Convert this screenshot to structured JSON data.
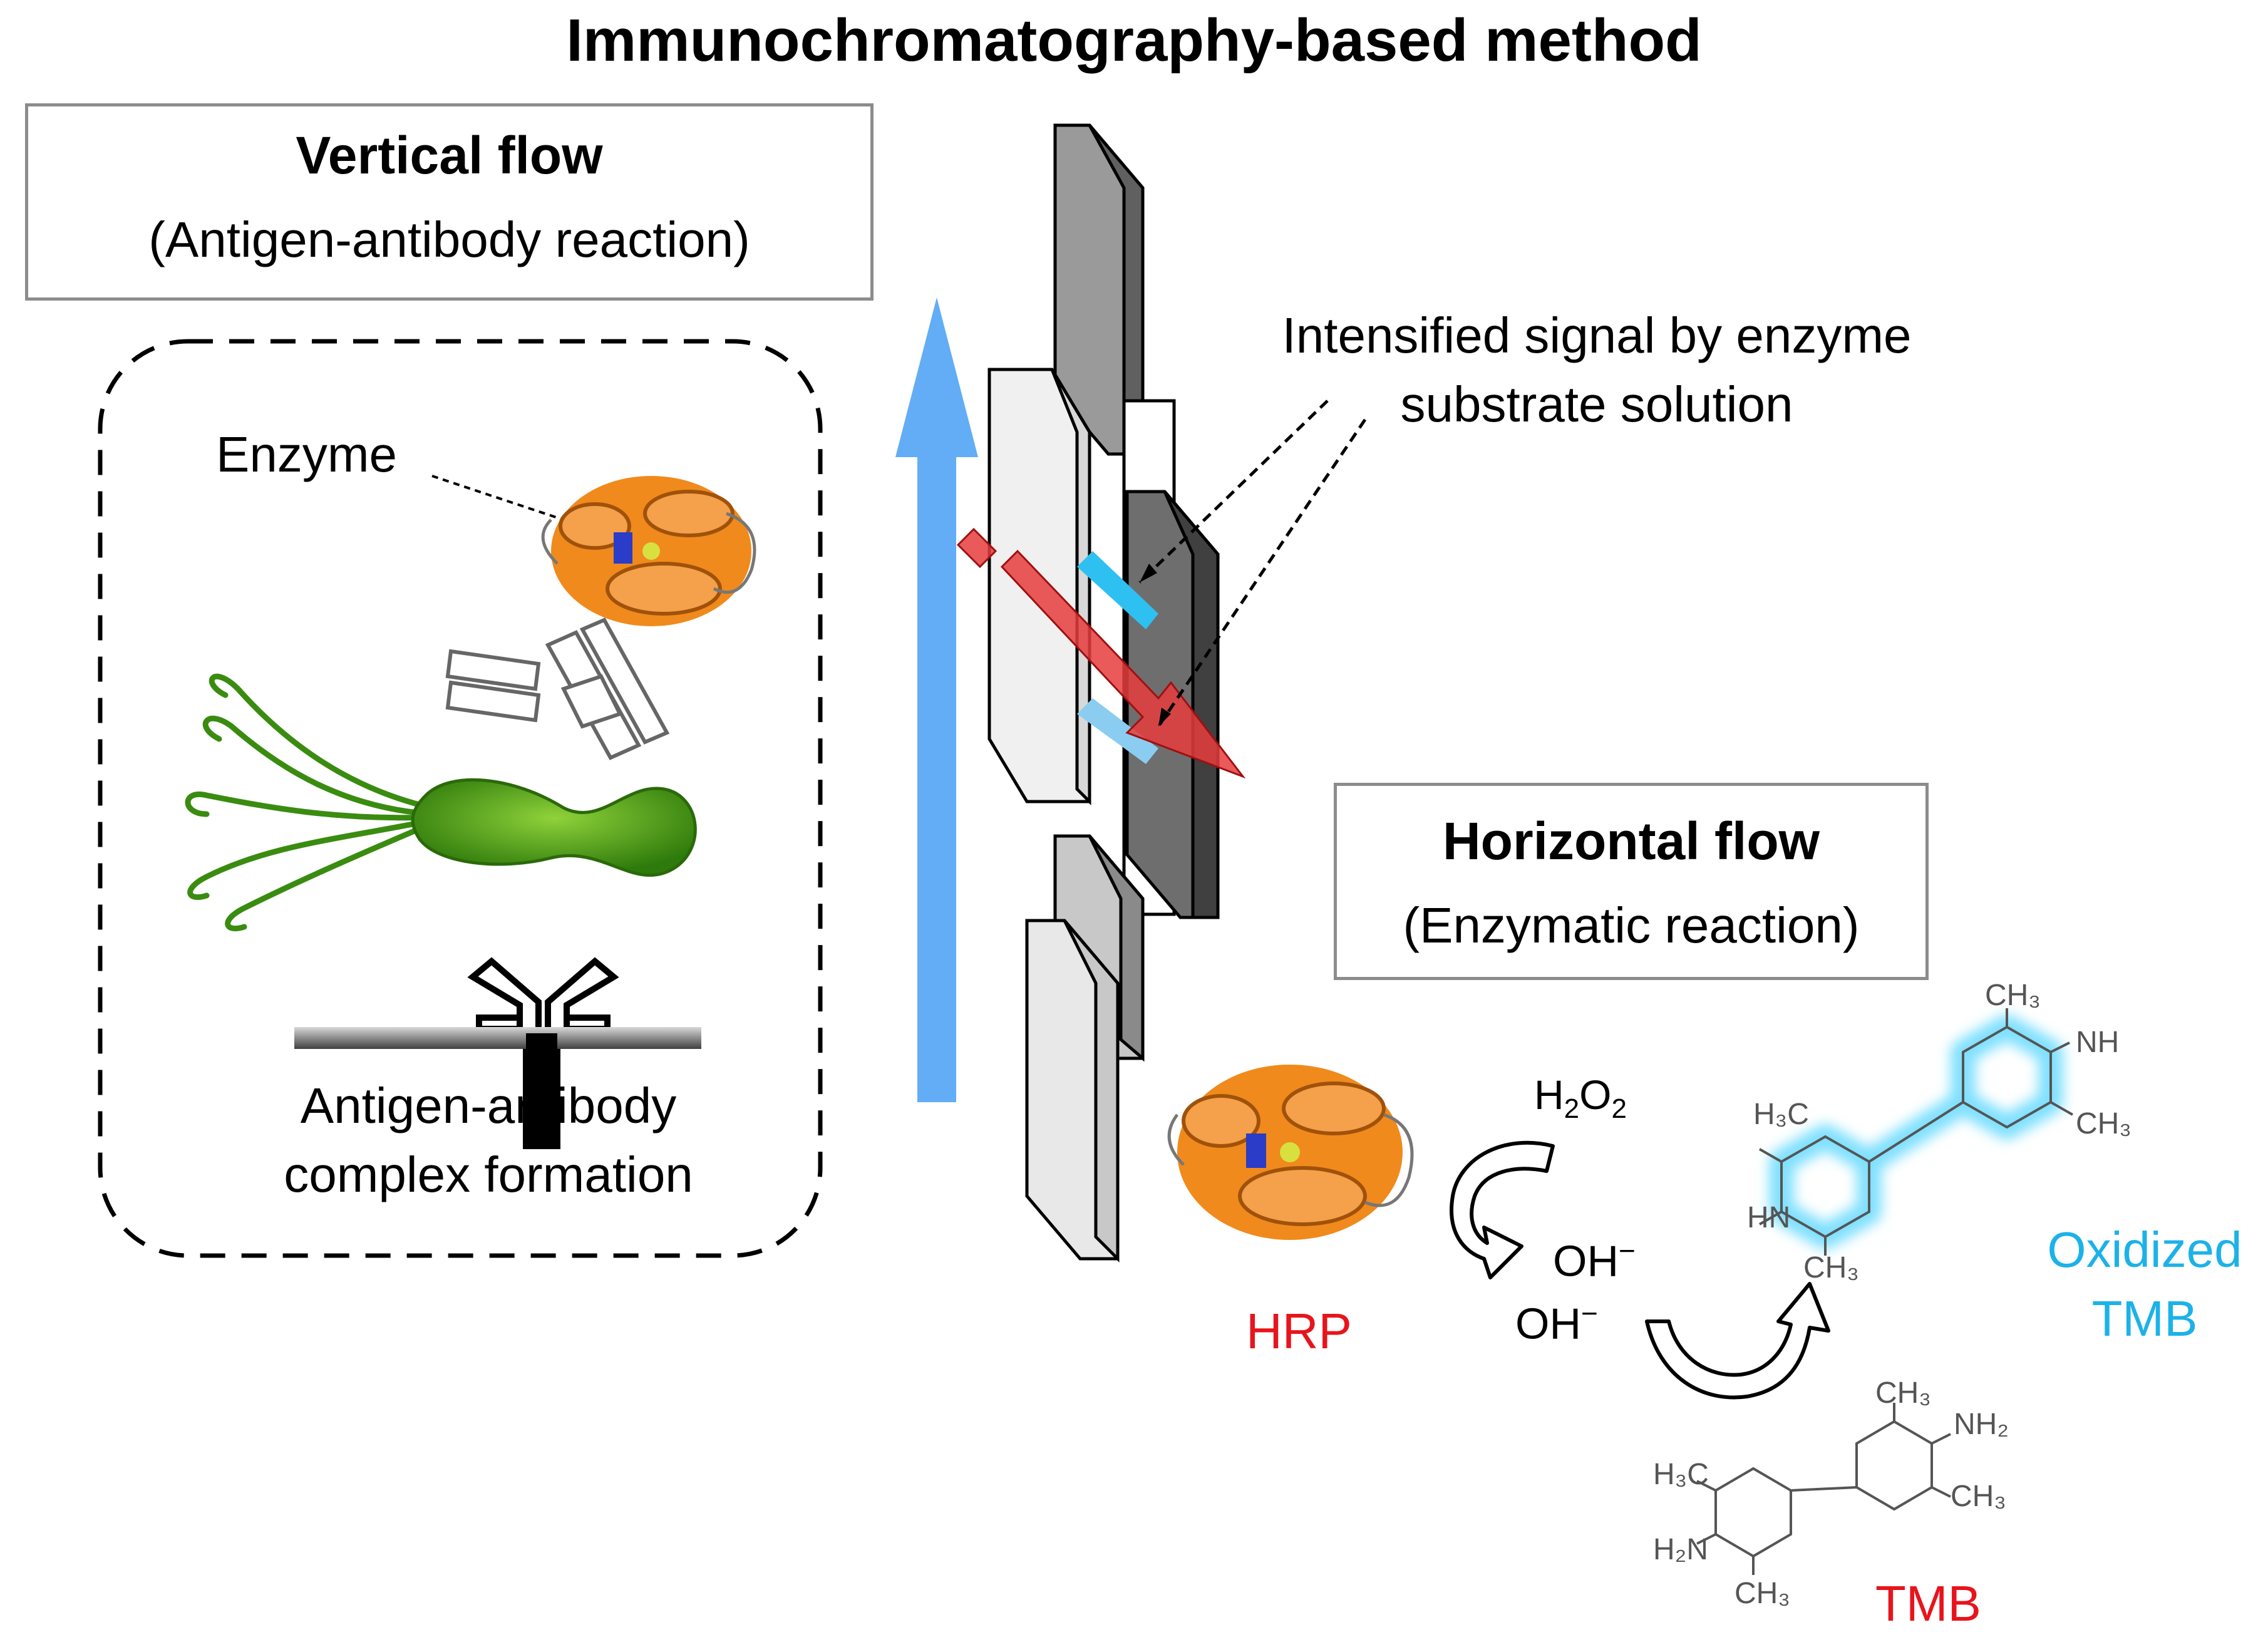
{
  "title": "Immunochromatography-based method",
  "vertical_flow": {
    "heading": "Vertical flow",
    "subheading": "(Antigen-antibody reaction)"
  },
  "horizontal_flow": {
    "heading": "Horizontal flow",
    "subheading": "(Enzymatic reaction)"
  },
  "complex_panel": {
    "enzyme_label": "Enzyme",
    "caption_line1": "Antigen-antibody",
    "caption_line2": "complex formation"
  },
  "signal_note": {
    "line1": "Intensified signal by enzyme",
    "line2": "substrate solution"
  },
  "reaction": {
    "h2o2": "H2O2",
    "oh1": "OH",
    "oh2": "OH",
    "hrp": "HRP",
    "tmb": "TMB",
    "oxidized_line1": "Oxidized",
    "oxidized_line2": "TMB"
  },
  "colors": {
    "arrow_blue": "#62adf5",
    "arrow_red": "#e83d3d",
    "label_red": "#e8141c",
    "label_cyan": "#1cb2e8",
    "enzyme_orange": "#f08a1c",
    "bacteria_green": "#3a8c10",
    "band_cyan": "#2ec0f0"
  }
}
